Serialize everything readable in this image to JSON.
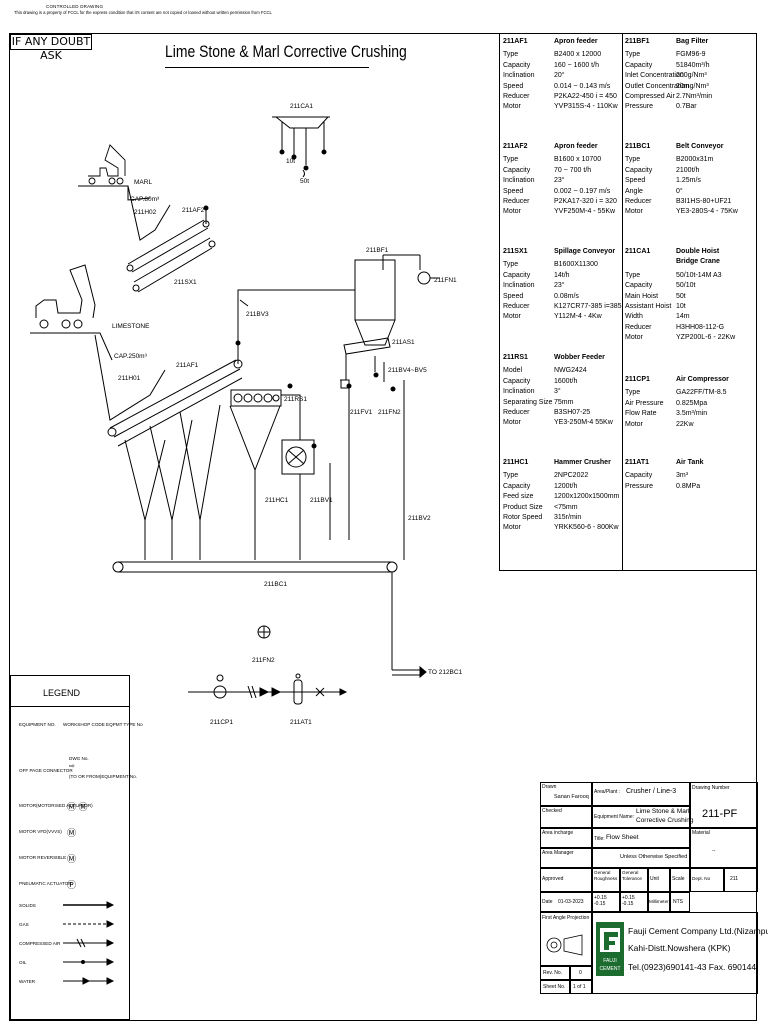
{
  "header": {
    "controlled": "CONTROLLED DRAWING",
    "notice": "This drawing is a property of FCCL for the express condition that it's content are not copied or loaned without written permission from FCCL"
  },
  "doubt_box": "IF ANY DOUBT ASK",
  "drawing_title": "Lime Stone & Marl Corrective Crushing",
  "diagram": {
    "marl_label": "MARL",
    "marl_cap": "CAP.80m³",
    "marl_hopper": "211H02",
    "limestone_label": "LIMESTONE",
    "limestone_cap": "CAP.250m³",
    "limestone_hopper": "211H01",
    "af2": "211AF2",
    "sx1": "211SX1",
    "bv3": "211BV3",
    "af1": "211AF1",
    "bf1": "211BF1",
    "fn1": "211FN1",
    "as1": "211AS1",
    "bv4bv5": "211BV4~BV5",
    "fv1": "211FV1",
    "fn2_top": "211FN2",
    "rs1": "211RS1",
    "hc1": "211HC1",
    "bv1": "211BV1",
    "bv2": "211BV2",
    "bc1": "211BC1",
    "to_bc": "TO 212BC1",
    "fn2": "211FN2",
    "cp1": "211CP1",
    "at1": "211AT1",
    "ca1": "211CA1",
    "ca1_10t": "10t",
    "ca1_50t": "50t"
  },
  "equipment_left": [
    {
      "tag": "211AF1",
      "name": "Apron feeder",
      "rows": [
        [
          "Type",
          "B2400 x 12000"
        ],
        [
          "Capacity",
          "160 ~ 1600 t/h"
        ],
        [
          "Inclination",
          "20°"
        ],
        [
          "Speed",
          "0.014 ~ 0.143 m/s"
        ],
        [
          "Reducer",
          "P2KA22-450   i = 450"
        ],
        [
          "Motor",
          "YVP315S-4 - 110Kw"
        ]
      ]
    },
    {
      "tag": "211AF2",
      "name": "Apron feeder",
      "rows": [
        [
          "Type",
          "B1600 x 10700"
        ],
        [
          "Capacity",
          "70 ~ 700 t/h"
        ],
        [
          "Inclination",
          "23°"
        ],
        [
          "Speed",
          "0.002 ~ 0.197 m/s"
        ],
        [
          "Reducer",
          "P2KA17-320   i = 320"
        ],
        [
          "Motor",
          "YVF250M-4 - 55Kw"
        ]
      ]
    },
    {
      "tag": "211SX1",
      "name": "Spillage Conveyor",
      "rows": [
        [
          "Type",
          "B1600X11300"
        ],
        [
          "Capacity",
          "14t/h"
        ],
        [
          "Inclination",
          "23°"
        ],
        [
          "Speed",
          "0.08m/s"
        ],
        [
          "Reducer",
          "K127CR77-385  i=385"
        ],
        [
          "Motor",
          "Y112M-4 - 4Kw"
        ]
      ]
    },
    {
      "tag": "211RS1",
      "name": "Wobber Feeder",
      "rows": [
        [
          "Model",
          "NWG2424"
        ],
        [
          "Capacity",
          "1600t/h"
        ],
        [
          "Inclination",
          "3°"
        ],
        [
          "Separating Size",
          "75mm"
        ],
        [
          "Reducer",
          "B3SH07-25"
        ],
        [
          "Motor",
          "YE3-250M-4  55Kw"
        ]
      ]
    },
    {
      "tag": "211HC1",
      "name": "Hammer Crusher",
      "rows": [
        [
          "Type",
          "2NPC2022"
        ],
        [
          "Capacity",
          "1200t/h"
        ],
        [
          "Feed size",
          "1200x1200x1500mm"
        ],
        [
          "Product Size",
          "<75mm"
        ],
        [
          "Rotor Speed",
          "315r/min"
        ],
        [
          "Motor",
          "YRKK560-6 - 800Kw"
        ]
      ]
    }
  ],
  "equipment_right": [
    {
      "tag": "211BF1",
      "name": "Bag Filter",
      "rows": [
        [
          "Type",
          "FGM96-9"
        ],
        [
          "Capacity",
          "51840m³/h"
        ],
        [
          "Inlet Concentration",
          "200g/Nm³"
        ],
        [
          "Outlet Concentration",
          "20mg/Nm³"
        ],
        [
          "Compressed Air",
          "2.7Nm³/min"
        ],
        [
          "Pressure",
          "0.7Bar"
        ]
      ]
    },
    {
      "tag": "211BC1",
      "name": "Belt Conveyor",
      "rows": [
        [
          "Type",
          "B2000x31m"
        ],
        [
          "Capacity",
          "2100t/h"
        ],
        [
          "Speed",
          "1.25m/s"
        ],
        [
          "Angle",
          "0°"
        ],
        [
          "Reducer",
          "B3I1HS-80+UF21"
        ],
        [
          "Motor",
          "YE3-280S-4 - 75Kw"
        ]
      ]
    },
    {
      "tag": "211CA1",
      "name": "Double Hoist Bridge Crane",
      "rows": [
        [
          "Type",
          "50/10t-14M  A3"
        ],
        [
          "Capacity",
          "50/10t"
        ],
        [
          "Main Hoist",
          "50t"
        ],
        [
          "Assistant Hoist",
          "10t"
        ],
        [
          "Width",
          "14m"
        ],
        [
          "Reducer",
          "H3HH08-112-G"
        ],
        [
          "Motor",
          "YZP200L-6 - 22Kw"
        ]
      ]
    },
    {
      "tag": "211CP1",
      "name": "Air Compressor",
      "rows": [
        [
          "Type",
          "GA22FF/TM-8.5"
        ],
        [
          "Air Pressure",
          "0.825Mpa"
        ],
        [
          "Flow Rate",
          "3.5m³/min"
        ],
        [
          "Motor",
          "22Kw"
        ]
      ]
    },
    {
      "tag": "211AT1",
      "name": "Air Tank",
      "rows": [
        [
          "Capacity",
          "3m³"
        ],
        [
          "Pressure",
          "0.8MPa"
        ]
      ]
    }
  ],
  "legend": {
    "title": "LEGEND",
    "equip_no": "EQUIPMENT NO.",
    "workshop_code": "WORKSHOP CODE EQPMT TYPE No",
    "off_page": "OFF PAGE CONNECTOR",
    "dwg_no": "DWG No.",
    "to_from": "(TO OR FROM)EQUIPMENT No.",
    "motor_actuator": "MOTOR(MOTORISED ACTUATOR)",
    "motor_vfd": "MOTOR VFD(VVVS)",
    "motor_rev": "MOTOR REVERSIBLE",
    "pneumatic": "PNEUMATIC ACTUATOR",
    "solids": "SOLIDS",
    "gas": "GAS",
    "comp_air": "COMPRESSED AIR",
    "oil": "OIL",
    "water": "WATER"
  },
  "title_block": {
    "drawn_label": "Drawn",
    "drawn_by": "Sanan Farooq",
    "area_label": "Area/Plant :",
    "area_value": "Crusher / Line-3",
    "drawing_number_label": "Drawing Number",
    "drawing_number": "211-PF",
    "checked_label": "Checked",
    "equipment_name_label": "Equipment Name:",
    "equipment_name_1": "Lime Stone & Marl",
    "equipment_name_2": "Corrective Crushing",
    "area_incharge": "Area incharge",
    "title_label": "Title:",
    "title_value": "Flow Sheet",
    "material_label": "Material",
    "material_value": "--",
    "area_manager": "Area Manager",
    "unless": "Unless Otherwise Specified",
    "approved": "Approved",
    "gen_rough": "General Roughness",
    "rough_val": "+0.15\n-0.15",
    "gen_tol": "General Tolerance",
    "tol_val": "+0.15\n-0.15",
    "unit_label": "Unit",
    "unit_val": "Millimeter",
    "scale_label": "Scale",
    "scale_val": "NTS",
    "dept_label": "Dept. No",
    "dept_val": "211",
    "date_label": "Date",
    "date_val": "01-03-2023",
    "projection": "First Angle Projection",
    "company": "Fauji Cement Company Ltd.(Nizampur)",
    "address": "Kahi-Distt.Nowshera (KPK)",
    "phone": "Tel.(0923)690141-43  Fax. 690144",
    "logo_text": "FAUJI CEMENT",
    "rev_label": "Rev. No.",
    "rev_val": "0",
    "sheet_label": "Sheet No.",
    "sheet_val": "1 of 1"
  }
}
